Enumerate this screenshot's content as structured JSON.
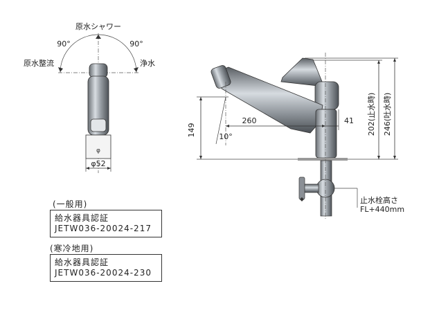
{
  "top_view": {
    "center_label": "原水シャワー",
    "left_angle": "90°",
    "right_angle": "90°",
    "left_label": "原水整流",
    "right_label": "浄水",
    "base_dim": "φ52"
  },
  "side_view": {
    "dim_149": "149",
    "dim_260": "260",
    "dim_41": "41",
    "angle_10": "10°",
    "dim_202": "202(止水時)",
    "dim_246": "246(吐水時)",
    "stop_valve_label": "止水栓高さ",
    "stop_valve_height": "FL+440mm"
  },
  "certifications": [
    {
      "category": "(一般用)",
      "title": "給水器具認証",
      "code": "JETW036-20024-217"
    },
    {
      "category": "(寒冷地用)",
      "title": "給水器具認証",
      "code": "JETW036-20024-230"
    }
  ]
}
